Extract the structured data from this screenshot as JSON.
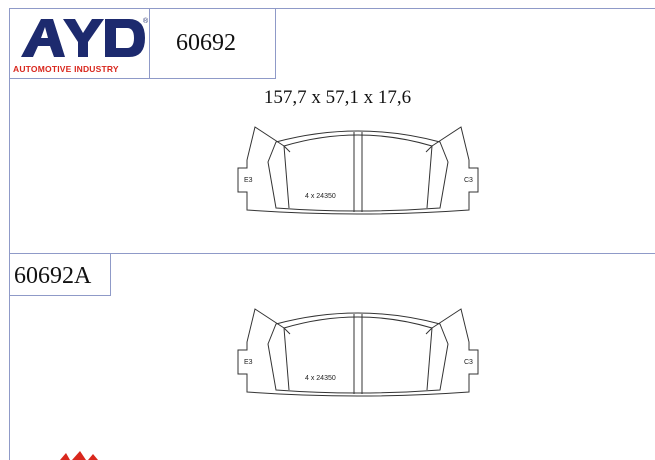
{
  "header": {
    "brand": "AYD",
    "brand_subtitle": "AUTOMOTIVE INDUSTRY",
    "registered_mark": "®",
    "part_number": "60692"
  },
  "drawings": {
    "dimensions": "157,7 x 57,1 x 17,6",
    "top_pad": {
      "clip_label_left": "E3",
      "clip_label_right": "C3",
      "shim_label": "4 x 24350"
    },
    "bottom_pad": {
      "clip_label_left": "E3",
      "clip_label_right": "C3",
      "shim_label": "4 x 24350"
    }
  },
  "variant": {
    "part_number": "60692A"
  },
  "colors": {
    "border": "#8f9ac8",
    "brand_blue": "#1d2a6e",
    "brand_red": "#d9271d"
  }
}
